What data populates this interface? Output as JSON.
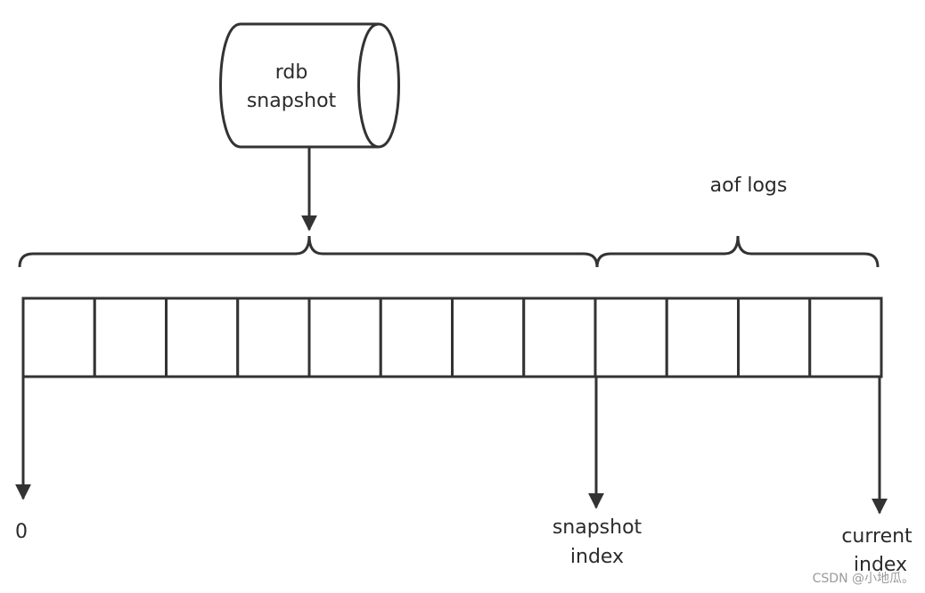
{
  "cylinder": {
    "line1": "rdb",
    "line2": "snapshot"
  },
  "brace_label": "aof logs",
  "markers": {
    "zero": "0",
    "snapshot_line1": "snapshot",
    "snapshot_line2": "index",
    "current_line1": "current",
    "current_line2": "index"
  },
  "watermark": "CSDN @小地瓜。",
  "log_cells": 12,
  "colors": {
    "stroke": "#333333",
    "text": "#2b2b2b",
    "watermark": "#9a9a9a"
  }
}
